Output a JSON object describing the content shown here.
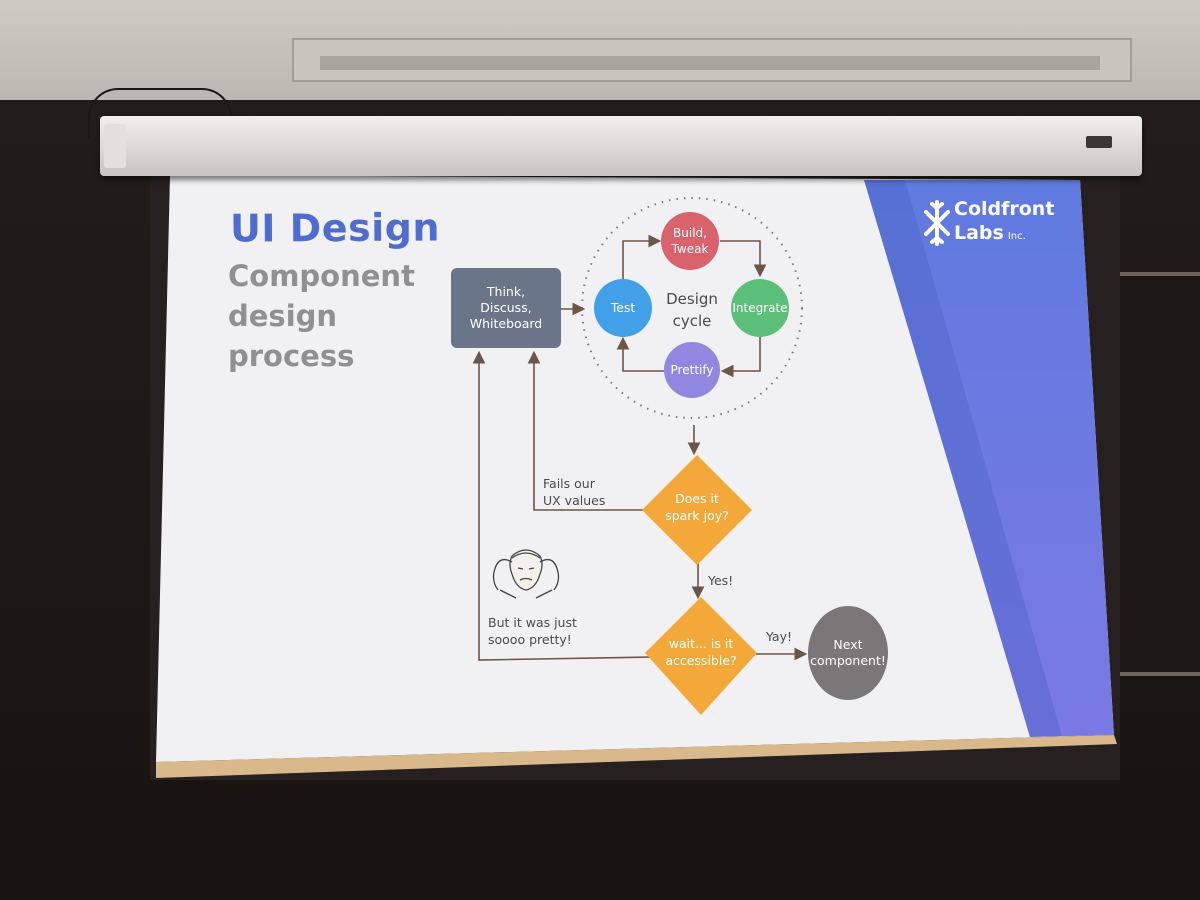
{
  "slide": {
    "title": "UI Design",
    "subtitle": "Component\ndesign\nprocess",
    "logo": {
      "line1": "Coldfront",
      "line2": "Labs",
      "inc": "Inc."
    },
    "colors": {
      "title": "#4f6dd0",
      "accent_panel": "#6a78e0",
      "think_box": "#6a7589",
      "build": "#d9626c",
      "test": "#42a0e8",
      "integrate": "#5cc07a",
      "prettify": "#8f87e0",
      "decision": "#f5a83a",
      "next": "#7b7678"
    }
  },
  "flow": {
    "think": "Think,\nDiscuss,\nWhiteboard",
    "cycle": {
      "label": "Design\ncycle",
      "build": "Build,\nTweak",
      "test": "Test",
      "integrate": "Integrate",
      "prettify": "Prettify"
    },
    "decision1": "Does it\nspark joy?",
    "decision2": "wait... is it\naccessible?",
    "next": "Next\ncomponent!",
    "edge_fails": "Fails our\nUX values",
    "edge_yes": "Yes!",
    "edge_yay": "Yay!",
    "edge_pretty": "But it was just\nsoooo pretty!"
  }
}
